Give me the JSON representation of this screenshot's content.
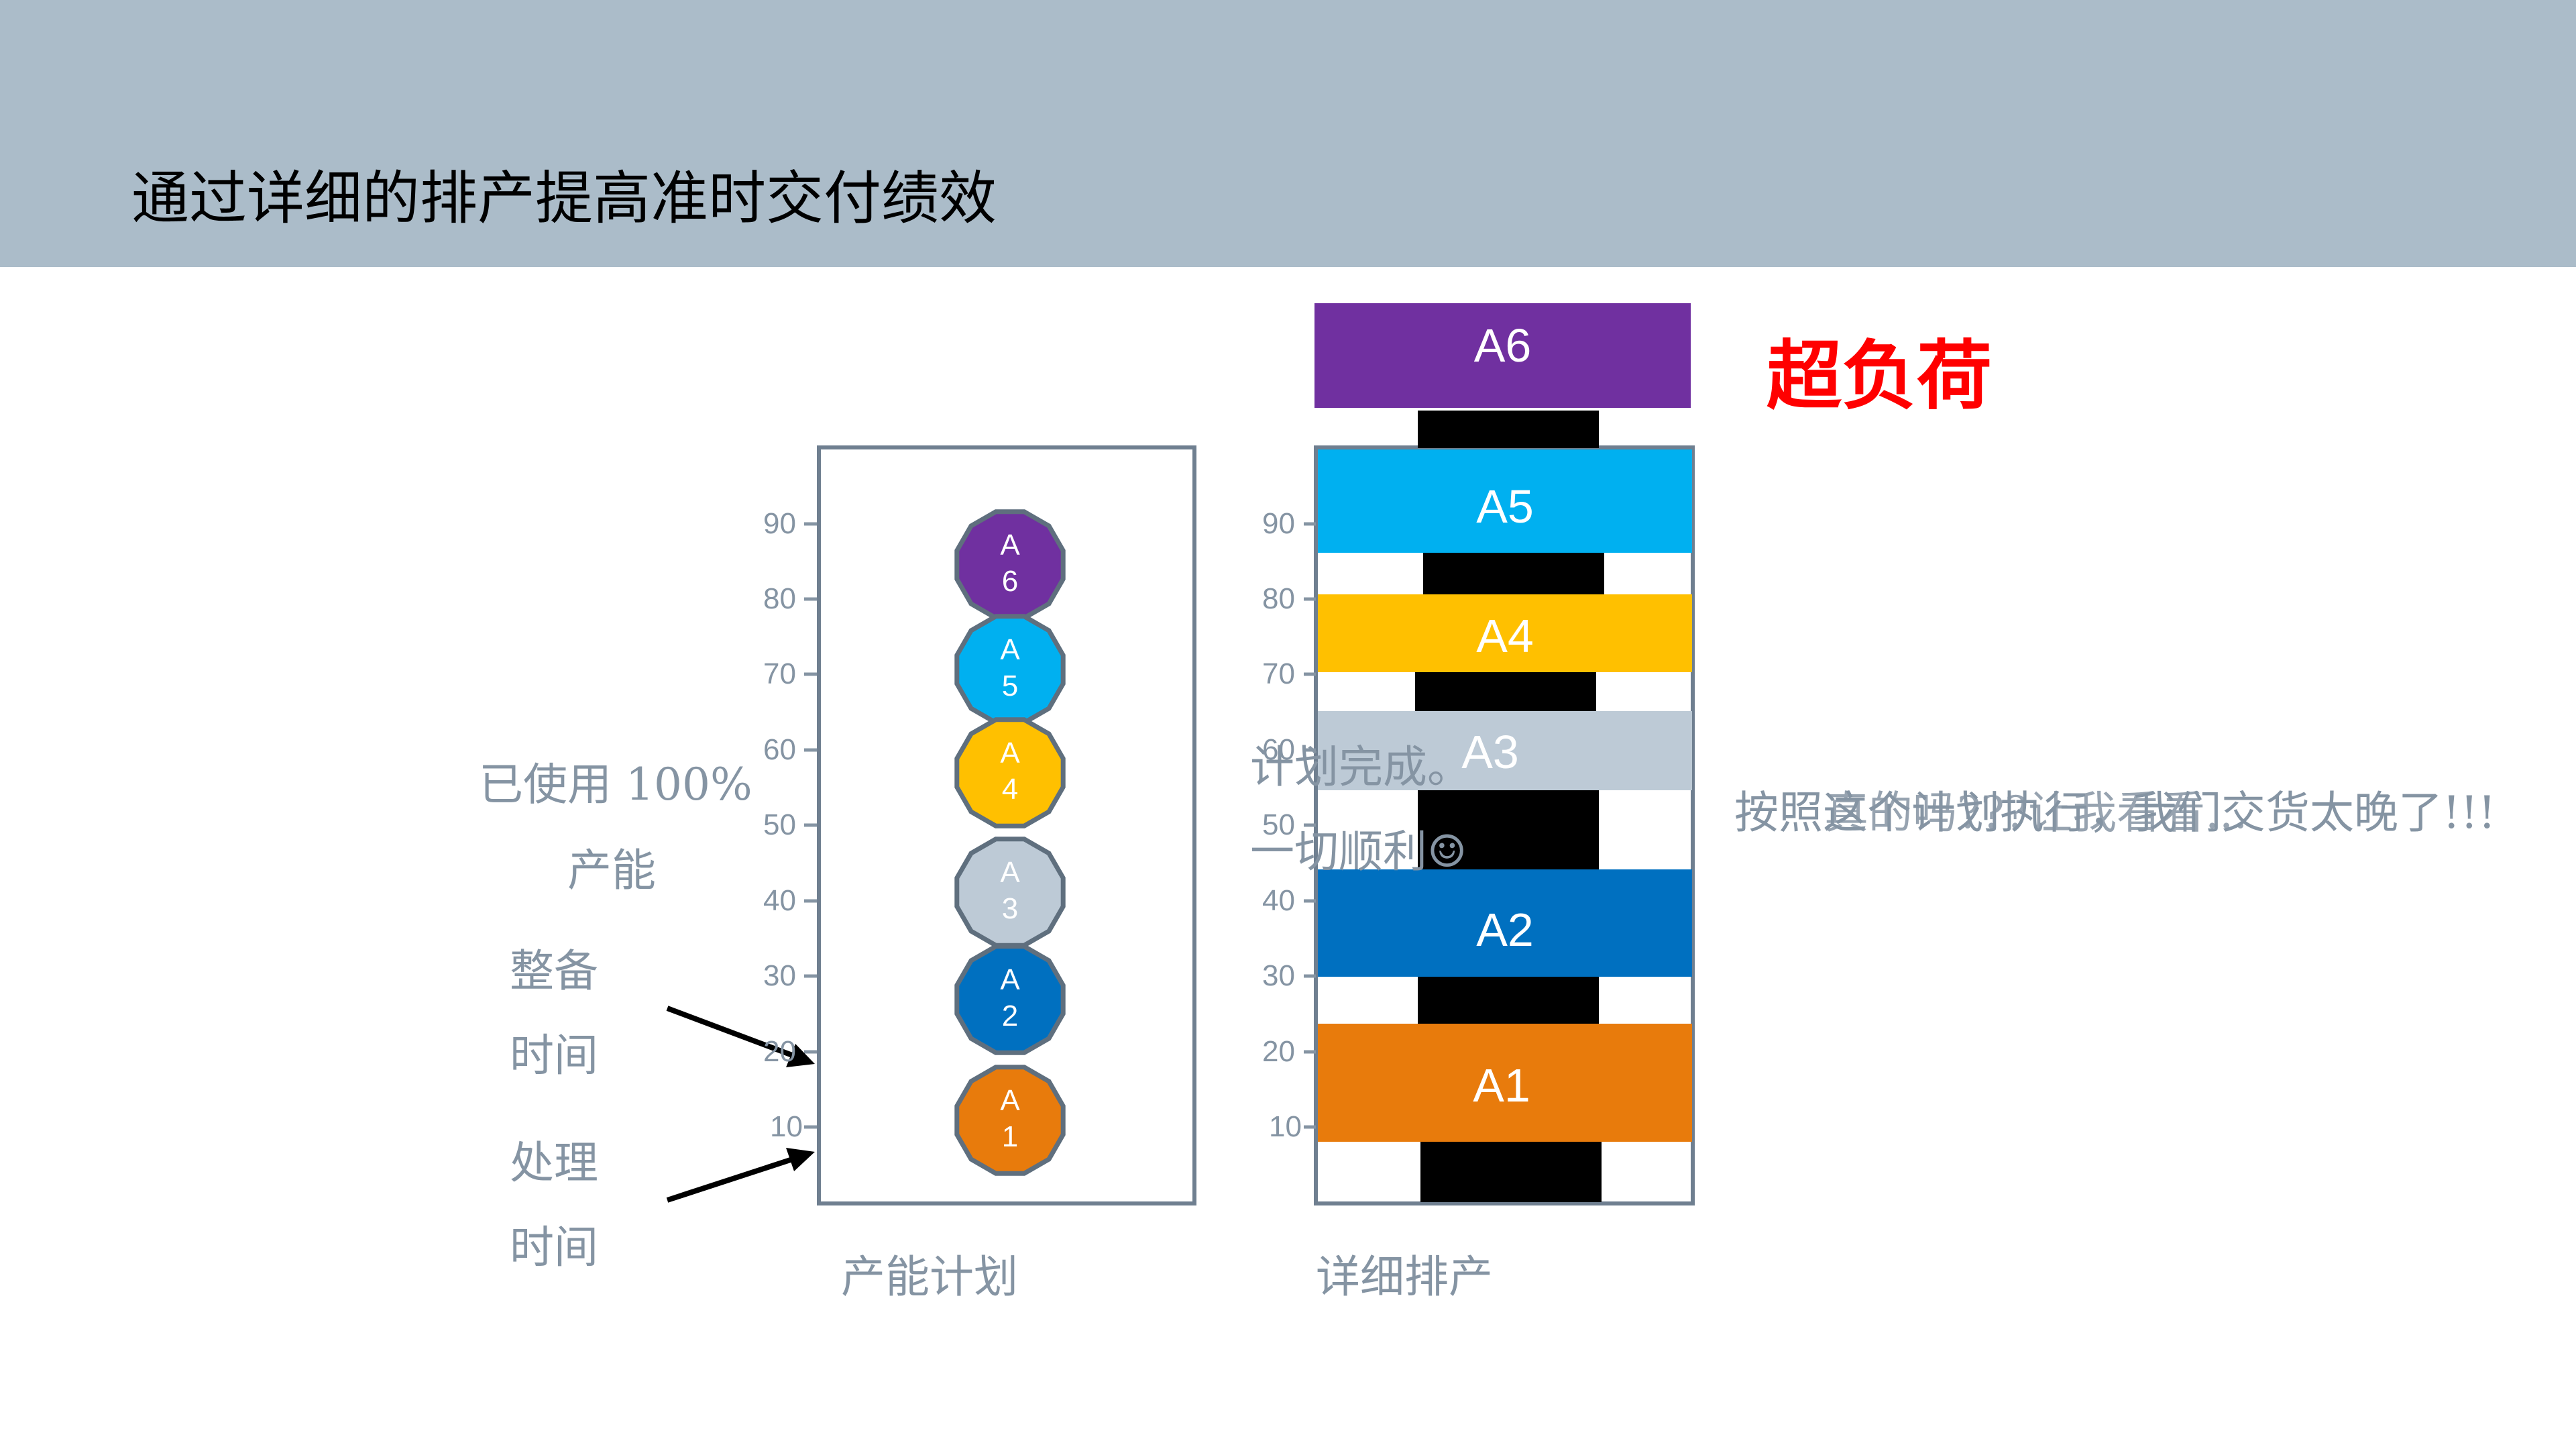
{
  "title": "通过详细的排产提高准时交付绩效",
  "capacity_plan": {
    "label": "产能计划",
    "ticks": [
      "90",
      "80",
      "70",
      "60",
      "50",
      "40",
      "30",
      "20",
      "10"
    ],
    "items": [
      {
        "letter": "A",
        "num": "6",
        "color": "#7030a0"
      },
      {
        "letter": "A",
        "num": "5",
        "color": "#00b0f0"
      },
      {
        "letter": "A",
        "num": "4",
        "color": "#ffc000"
      },
      {
        "letter": "A",
        "num": "3",
        "color": "#bdcad6"
      },
      {
        "letter": "A",
        "num": "2",
        "color": "#0070c0"
      },
      {
        "letter": "A",
        "num": "1",
        "color": "#e87b0c"
      }
    ]
  },
  "detailed_schedule": {
    "label": "详细排产",
    "ticks": [
      "90",
      "80",
      "70",
      "60",
      "50",
      "40",
      "30",
      "20",
      "10"
    ],
    "bars": [
      {
        "label": "A6",
        "color": "#7030a0"
      },
      {
        "label": "A5",
        "color": "#00b0f0"
      },
      {
        "label": "A4",
        "color": "#ffc000"
      },
      {
        "label": "A3",
        "color": "#bdcad6"
      },
      {
        "label": "A2",
        "color": "#0070c0"
      },
      {
        "label": "A1",
        "color": "#e87b0c"
      }
    ]
  },
  "annotations": {
    "used_capacity_1": "已使用 100%",
    "used_capacity_2": "产能",
    "setup_1": "整备",
    "setup_2": "时间",
    "process_1": "处理",
    "process_2": "时间",
    "plan_done_1": "计划完成。",
    "plan_done_2": "一切顺利☺",
    "overload": "超负荷",
    "late_text_a": "按照这个计划执行，我们交货太晚了!!!",
    "late_text_b": "真的吗???让我看看..."
  }
}
